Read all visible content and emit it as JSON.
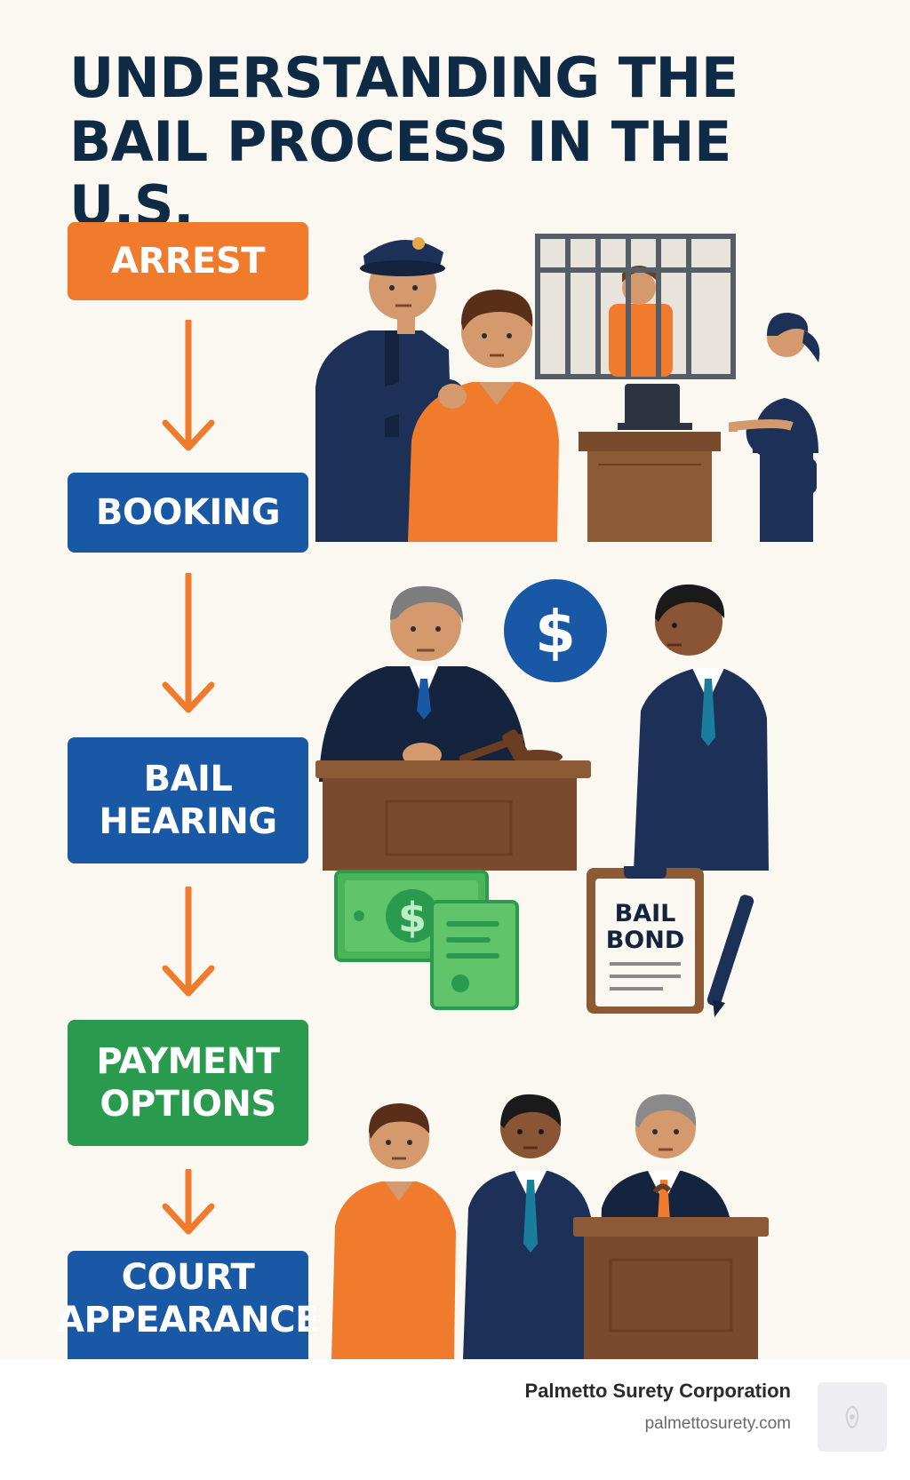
{
  "title": {
    "line1": "UNDERSTANDING THE",
    "line2": "BAIL PROCESS IN THE U.S."
  },
  "steps": [
    {
      "id": "arrest",
      "lines": [
        "ARREST"
      ],
      "color": "#f07b2c"
    },
    {
      "id": "booking",
      "lines": [
        "BOOKING"
      ],
      "color": "#1858a5"
    },
    {
      "id": "bail-hearing",
      "lines": [
        "BAIL",
        "HEARING"
      ],
      "color": "#1858a5"
    },
    {
      "id": "payment-options",
      "lines": [
        "PAYMENT",
        "OPTIONS"
      ],
      "color": "#2a9b4e"
    },
    {
      "id": "court-appearance",
      "lines": [
        "COURT",
        "APPEARANCE"
      ],
      "color": "#1858a5"
    }
  ],
  "illustrations": {
    "dollar_badge": "$",
    "cash_symbol": "$",
    "clipboard": {
      "line1": "BAIL",
      "line2": "BOND"
    }
  },
  "footer": {
    "company": "Palmetto Surety Corporation",
    "website": "palmettosurety.com"
  },
  "colors": {
    "navy": "#0e2a45",
    "orange": "#f07b2c",
    "blue": "#1858a5",
    "green": "#2a9b4e",
    "background": "#fbf8f1"
  },
  "icons": [
    "down-arrow-icon",
    "dollar-icon",
    "cash-icon",
    "bail-bond-clipboard-icon",
    "pen-icon",
    "logo-icon"
  ]
}
